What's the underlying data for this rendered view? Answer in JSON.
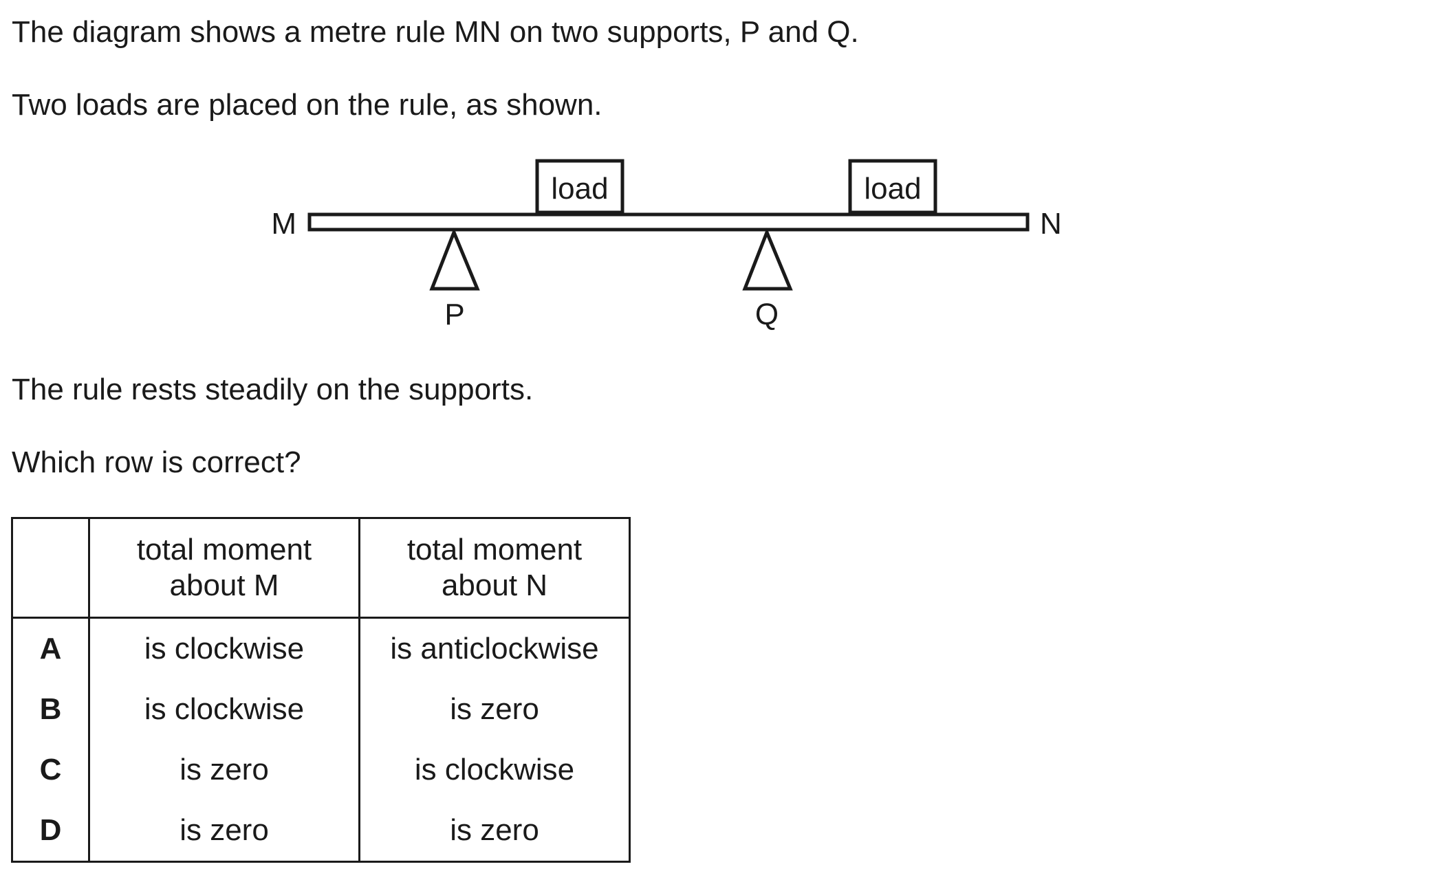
{
  "question": {
    "intro": "The diagram shows a metre rule MN on two supports, P and Q.",
    "loads_text": "Two loads are placed on the rule, as shown.",
    "rests_text": "The rule rests steadily on the supports.",
    "prompt": "Which row is correct?"
  },
  "diagram": {
    "end_left": "M",
    "end_right": "N",
    "support_left": "P",
    "support_right": "Q",
    "load_left": "load",
    "load_right": "load"
  },
  "table": {
    "headers": [
      "",
      [
        "total moment",
        "about M"
      ],
      [
        "total moment",
        "about N"
      ]
    ],
    "rows": [
      {
        "letter": "A",
        "about_m": "is clockwise",
        "about_n": "is anticlockwise"
      },
      {
        "letter": "B",
        "about_m": "is clockwise",
        "about_n": "is zero"
      },
      {
        "letter": "C",
        "about_m": "is zero",
        "about_n": "is clockwise"
      },
      {
        "letter": "D",
        "about_m": "is zero",
        "about_n": "is zero"
      }
    ]
  }
}
